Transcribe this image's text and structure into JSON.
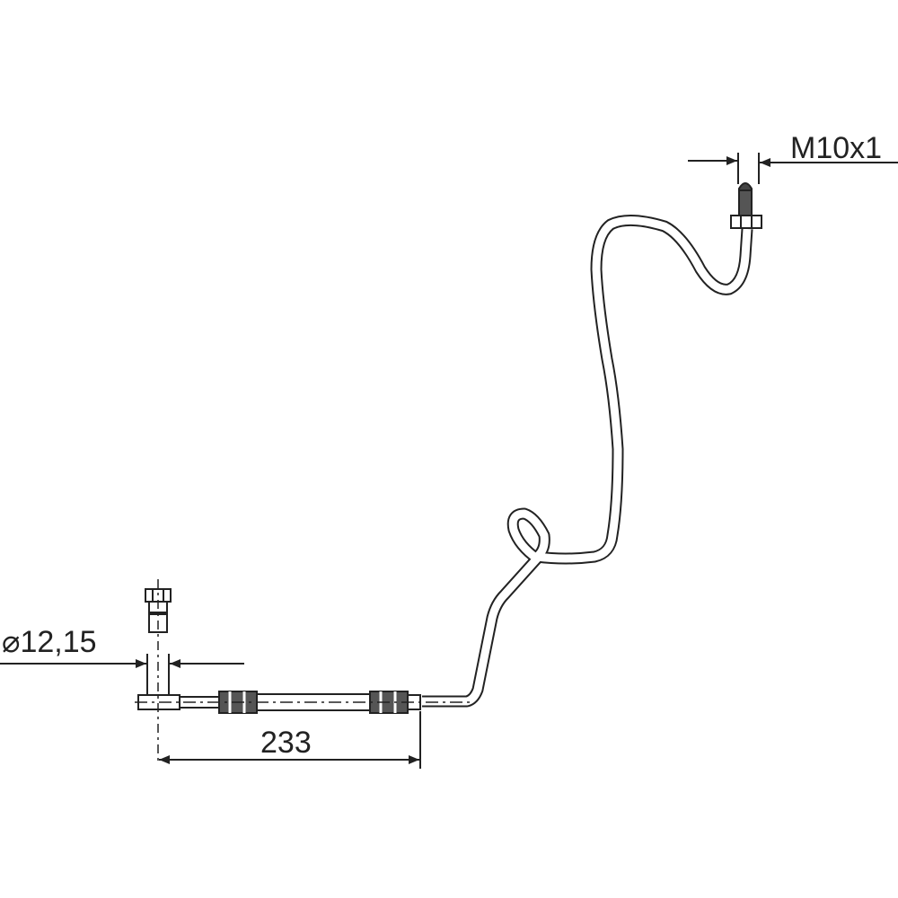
{
  "drawing": {
    "thread_label": "M10x1",
    "diameter_label": "⌀12,15",
    "length_label": "233",
    "line_color": "#222222",
    "background": "#ffffff"
  }
}
